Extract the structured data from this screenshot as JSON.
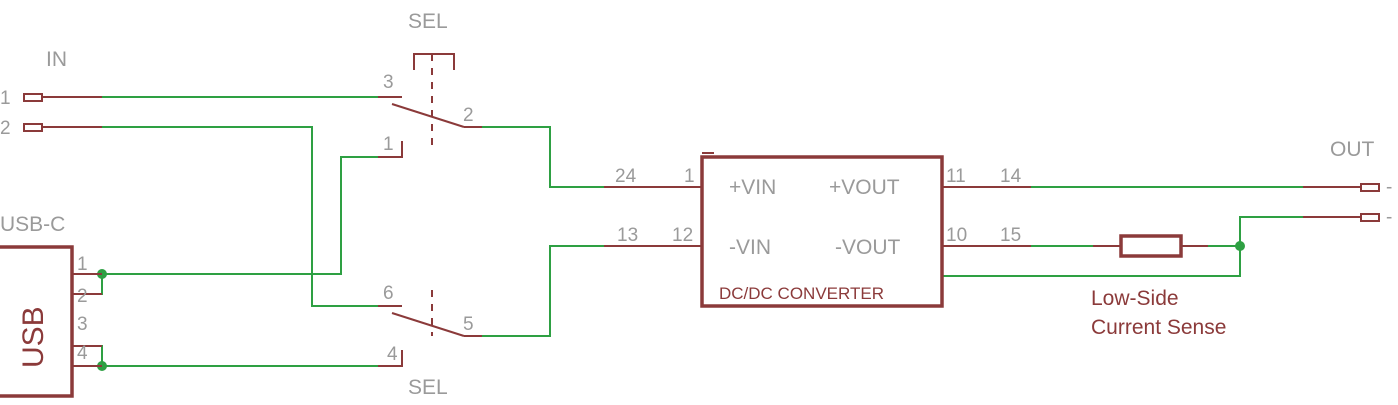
{
  "connectors": {
    "in": {
      "label": "IN",
      "pins": [
        "1",
        "2"
      ]
    },
    "out": {
      "label": "OUT",
      "pins": [
        "-",
        "-"
      ]
    },
    "usbc": {
      "label": "USB-C",
      "body": "USB",
      "pins": [
        "1",
        "2",
        "3",
        "4"
      ]
    }
  },
  "switches": {
    "top": {
      "label": "SEL",
      "pins": [
        "3",
        "2",
        "1"
      ]
    },
    "bottom": {
      "label": "SEL",
      "pins": [
        "6",
        "5",
        "4"
      ]
    }
  },
  "converter": {
    "label": "DC/DC CONVERTER",
    "inputs": {
      "plus": "+VIN",
      "minus": "-VIN"
    },
    "outputs": {
      "plus": "+VOUT",
      "minus": "-VOUT"
    },
    "pins_left": {
      "plus_outer": "24",
      "plus_inner": "1",
      "minus_outer": "13",
      "minus_inner": "12"
    },
    "pins_right": {
      "plus_inner": "11",
      "plus_outer": "14",
      "minus_inner": "10",
      "minus_outer": "15"
    }
  },
  "resistor": {
    "label_line1": "Low-Side",
    "label_line2": "Current Sense"
  },
  "colors": {
    "wire": "#2ea043",
    "symbol": "#8b3a3a",
    "label": "#9a9a9a"
  }
}
